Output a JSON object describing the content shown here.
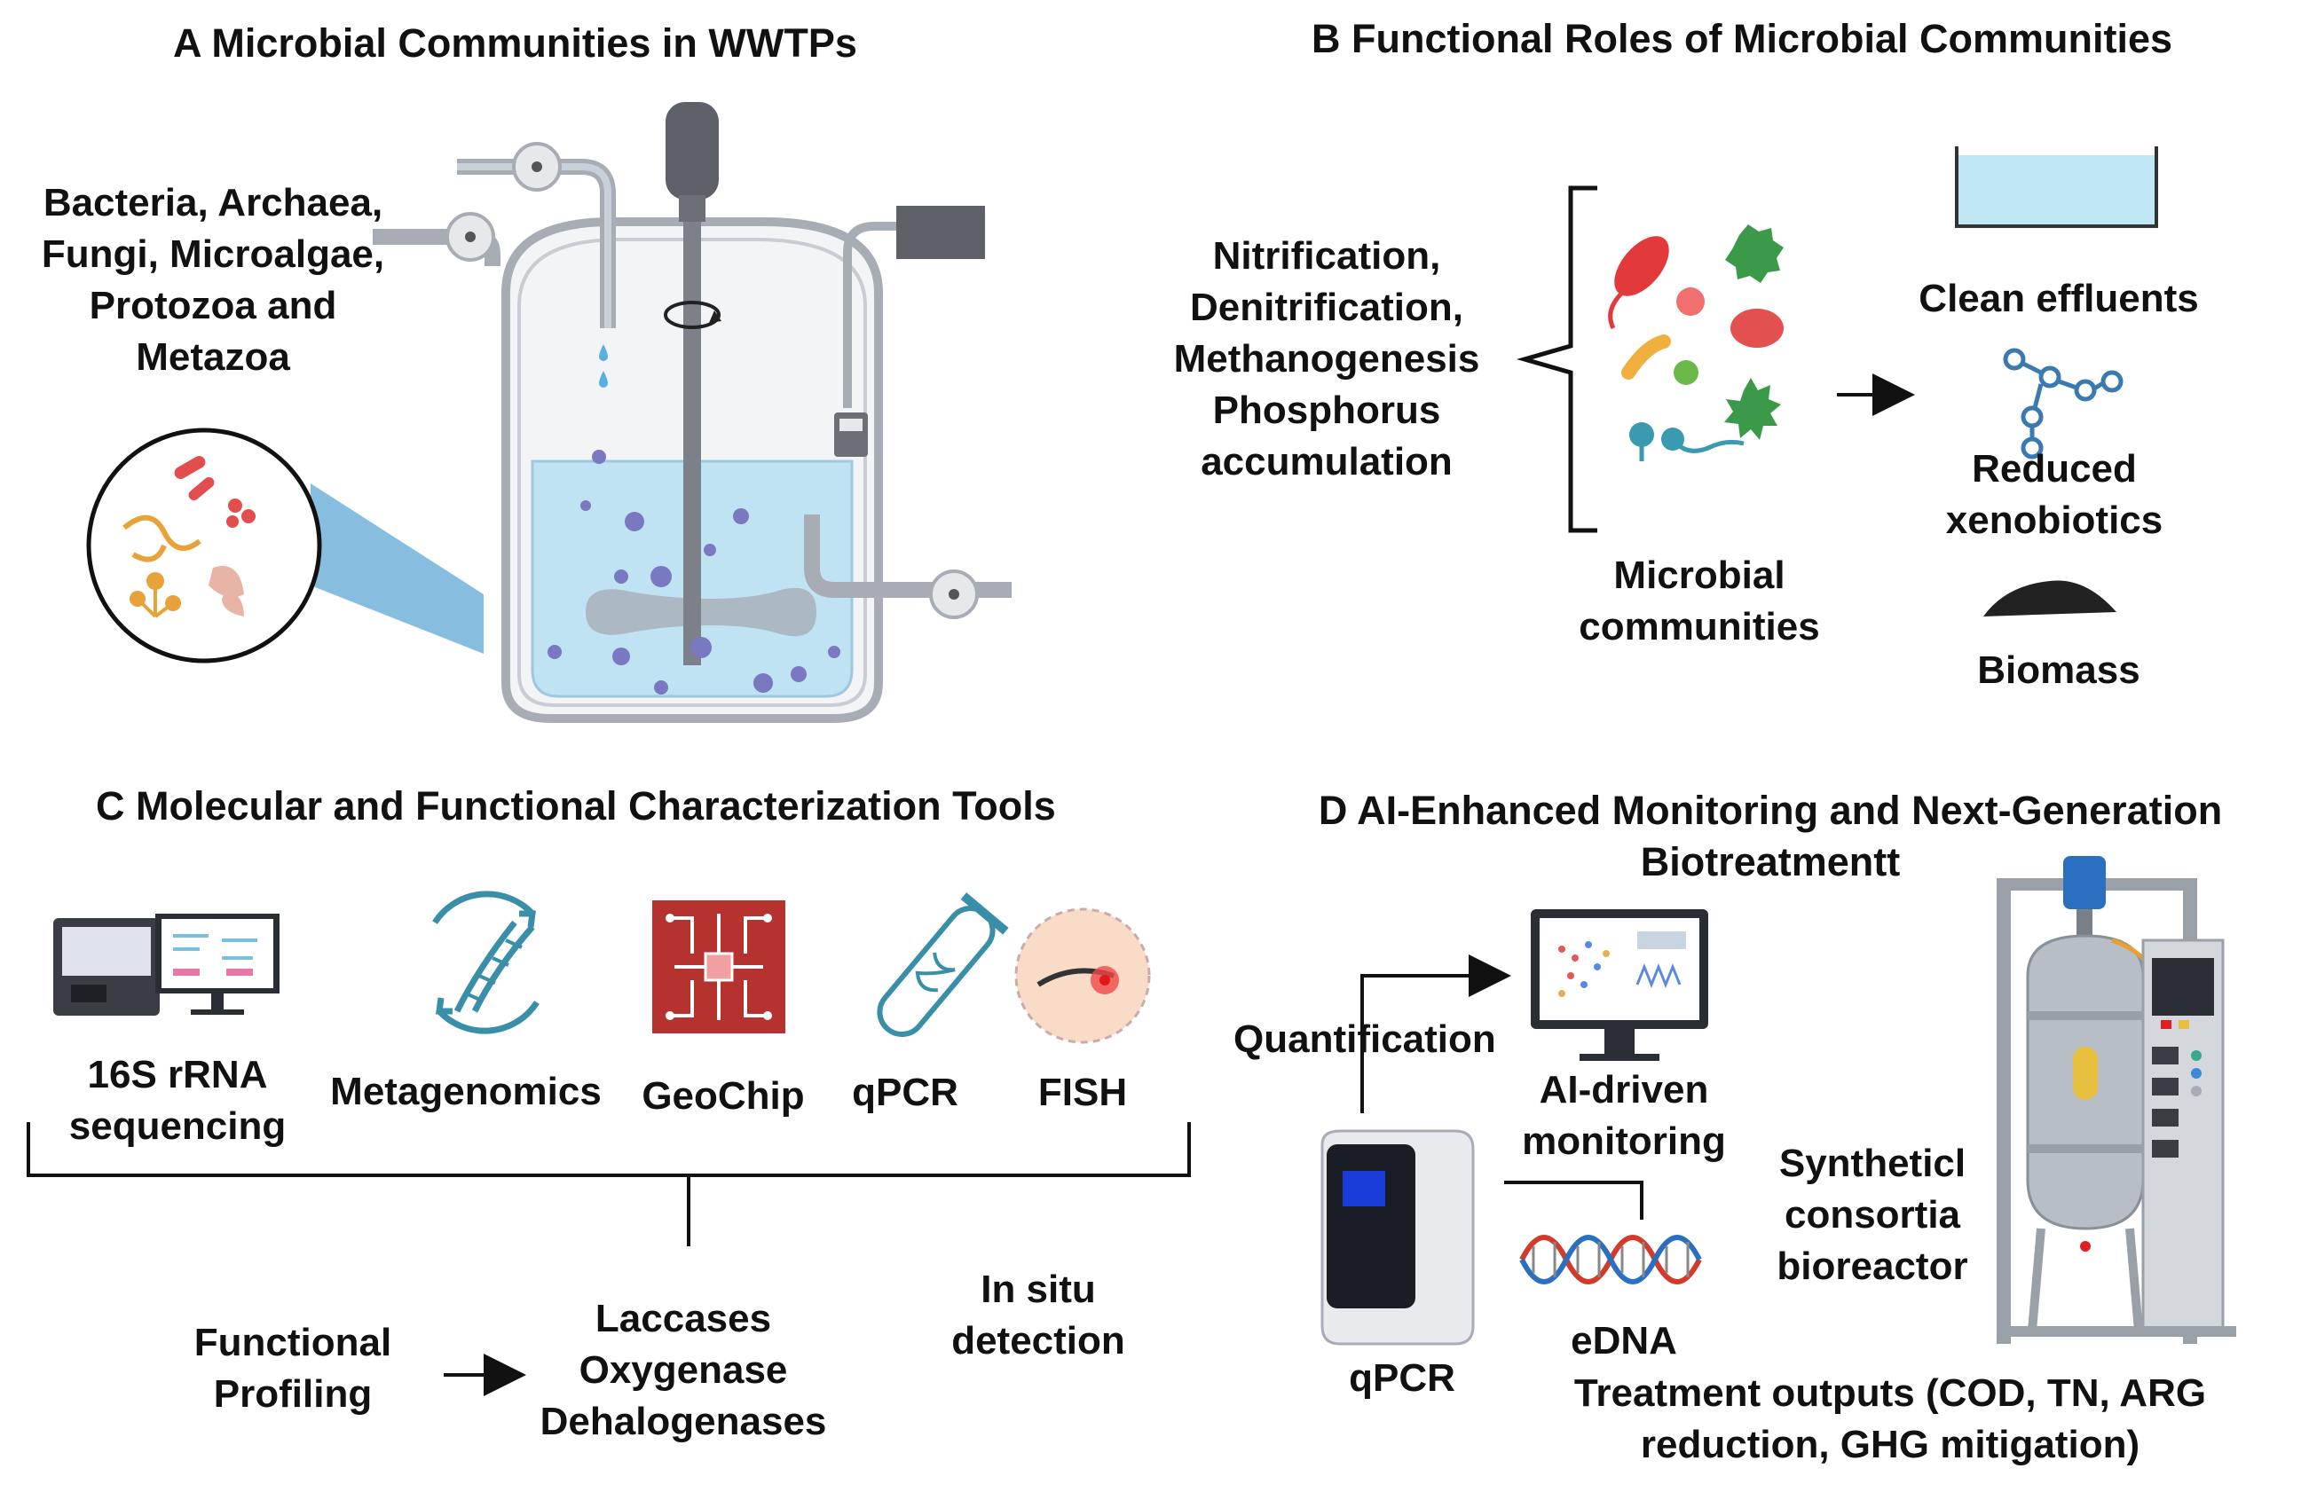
{
  "panel_a": {
    "title": "A   Microbial Communities in WWTPs",
    "organisms": [
      "Bacteria, Archaea,",
      "Fungi, Microalgae,",
      "Protozoa and",
      "Metazoa"
    ]
  },
  "panel_b": {
    "title": "B  Functional Roles of Microbial Communities",
    "processes": [
      "Nitrification,",
      "Denitrification,",
      "Methanogenesis",
      "Phosphorus",
      "accumulation"
    ],
    "communities_label": [
      "Microbial",
      "communities"
    ],
    "outputs": {
      "clean": "Clean effluents",
      "xenobiotics": [
        "Reduced",
        "xenobiotics"
      ],
      "biomass": "Biomass"
    }
  },
  "panel_c": {
    "title": "C   Molecular and Functional Characterization Tools",
    "tools": {
      "rrna": [
        "16S rRNA",
        "sequencing"
      ],
      "metagenomics": "Metagenomics",
      "geochip": "GeoChip",
      "qpcr": "qPCR",
      "fish": "FISH"
    },
    "functional": [
      "Functional",
      "Profiling"
    ],
    "enzymes": [
      "Laccases",
      "Oxygenase",
      "Dehalogenases"
    ],
    "insitu": [
      "In situ",
      "detection"
    ]
  },
  "panel_d": {
    "title": [
      "D  AI-Enhanced Monitoring and Next-Generation",
      "Biotreatmentt"
    ],
    "quantification": "Quantification",
    "ai": [
      "AI-driven",
      "monitoring"
    ],
    "qpcr": "qPCR",
    "edna": "eDNA",
    "synthetic": [
      "Syntheticl",
      "consortia",
      "bioreactor"
    ],
    "outputs": [
      "Treatment outputs (COD, TN, ARG",
      "reduction, GHG mitigation)"
    ]
  },
  "colors": {
    "water": "#bfe3f2",
    "bubble": "#7a78c0",
    "vessel": "#a8adb5",
    "geochip": "#b5322e",
    "teal_icon": "#3a8fa8",
    "dna_red": "#d23a2a",
    "dna_blue": "#2a6fc0"
  },
  "icons": [
    "sequencer-icon",
    "dna-cycle-icon",
    "chip-icon",
    "test-tube-icon",
    "fish-cell-icon",
    "monitor-icon",
    "qpcr-machine-icon",
    "dna-helix-icon",
    "bioreactor-icon",
    "microbes-icon",
    "water-tank-icon",
    "molecule-icon",
    "soil-pile-icon"
  ]
}
